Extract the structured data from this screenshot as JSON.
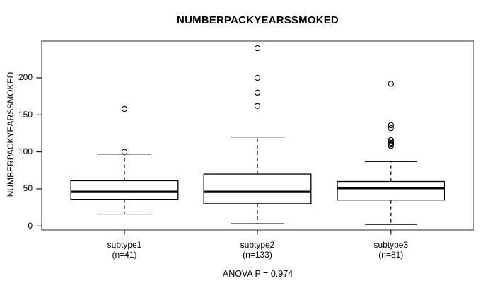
{
  "title": "NUMBERPACKYEARSSMOKED",
  "y_axis": {
    "label": "NUMBERPACKYEARSSMOKED"
  },
  "footer": "ANOVA P = 0.974",
  "colors": {
    "frame": "#4d4d4d",
    "data_lines": "#000000",
    "background": "#ffffff"
  },
  "chart_data": {
    "type": "boxplot",
    "title": "NUMBERPACKYEARSSMOKED",
    "ylabel": "NUMBERPACKYEARSSMOKED",
    "xlabel": "",
    "ylim": [
      -5,
      250
    ],
    "yticks": [
      0,
      50,
      100,
      150,
      200
    ],
    "grid": false,
    "annotation": "ANOVA P = 0.974",
    "groups": [
      {
        "label": "subtype1",
        "sublabel": "(n=41)",
        "n": 41,
        "whisker_low": 16,
        "q1": 36,
        "median": 46,
        "q3": 61,
        "whisker_high": 97,
        "outliers": [
          100,
          158
        ]
      },
      {
        "label": "subtype2",
        "sublabel": "(n=133)",
        "n": 133,
        "whisker_low": 3,
        "q1": 30,
        "median": 46,
        "q3": 70,
        "whisker_high": 120,
        "outliers": [
          162,
          180,
          200,
          240
        ]
      },
      {
        "label": "subtype3",
        "sublabel": "(n=81)",
        "n": 81,
        "whisker_low": 2,
        "q1": 35,
        "median": 51,
        "q3": 60,
        "whisker_high": 87,
        "outliers": [
          108,
          110,
          112,
          114,
          116,
          132,
          136,
          192
        ]
      }
    ]
  }
}
